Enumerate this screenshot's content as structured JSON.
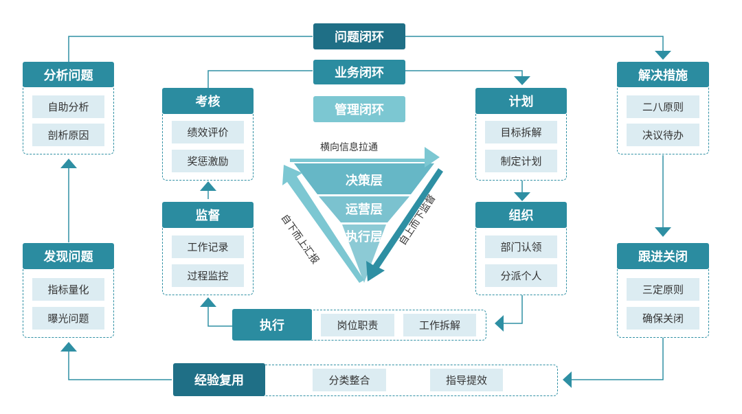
{
  "loops": {
    "problem": "问题闭环",
    "business": "业务闭环",
    "management": "管理闭环"
  },
  "analyze": {
    "title": "分析问题",
    "items": [
      "自助分析",
      "剖析原因"
    ]
  },
  "discover": {
    "title": "发现问题",
    "items": [
      "指标量化",
      "曝光问题"
    ]
  },
  "solve": {
    "title": "解决措施",
    "items": [
      "二八原则",
      "决议待办"
    ]
  },
  "follow": {
    "title": "跟进关闭",
    "items": [
      "三定原则",
      "确保关闭"
    ]
  },
  "assess": {
    "title": "考核",
    "items": [
      "绩效评价",
      "奖惩激励"
    ]
  },
  "supervise": {
    "title": "监督",
    "items": [
      "工作记录",
      "过程监控"
    ]
  },
  "plan": {
    "title": "计划",
    "items": [
      "目标拆解",
      "制定计划"
    ]
  },
  "organize": {
    "title": "组织",
    "items": [
      "部门认领",
      "分派个人"
    ]
  },
  "execute": {
    "title": "执行",
    "items": [
      "岗位职责",
      "工作拆解"
    ]
  },
  "experience": {
    "title": "经验复用",
    "items": [
      "分类整合",
      "指导提效"
    ]
  },
  "pyramid": {
    "layers": [
      "决策层",
      "运营层",
      "执行层"
    ],
    "top_arrow": "横向信息拉通",
    "left_arrow": "自下而上汇报",
    "right_arrow": "自上而下监督"
  },
  "colors": {
    "primary": "#2b8ca0",
    "dark": "#1f6f86",
    "light": "#7cc7d2",
    "item_bg": "#dcecf2"
  }
}
